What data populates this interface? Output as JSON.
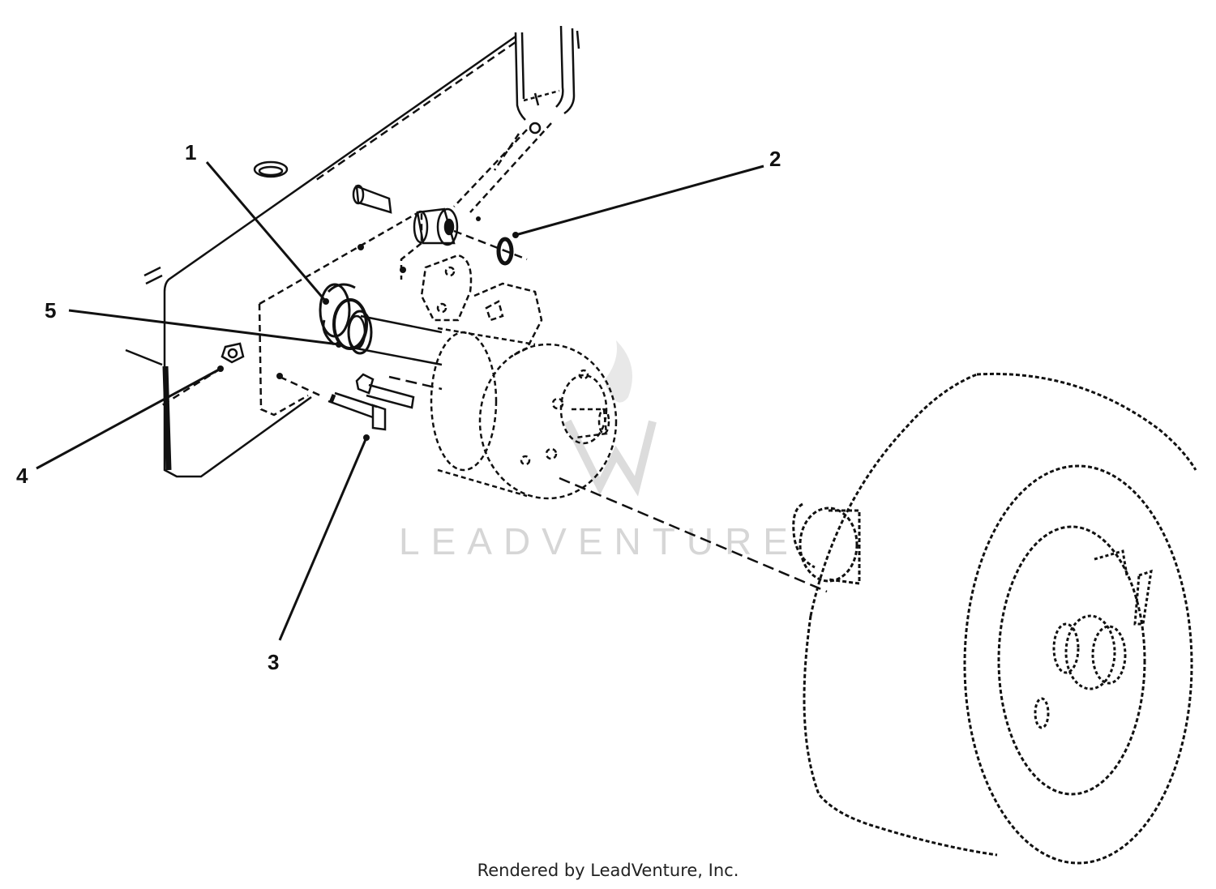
{
  "watermark": {
    "brand": "LEADVENTURE"
  },
  "callouts": {
    "c1": "1",
    "c2": "2",
    "c3": "3",
    "c4": "4",
    "c5": "5"
  },
  "footer": {
    "credit": "Rendered by LeadVenture, Inc."
  },
  "colors": {
    "ink": "#111111",
    "watermark": "#d6d6d6",
    "background": "#ffffff"
  }
}
